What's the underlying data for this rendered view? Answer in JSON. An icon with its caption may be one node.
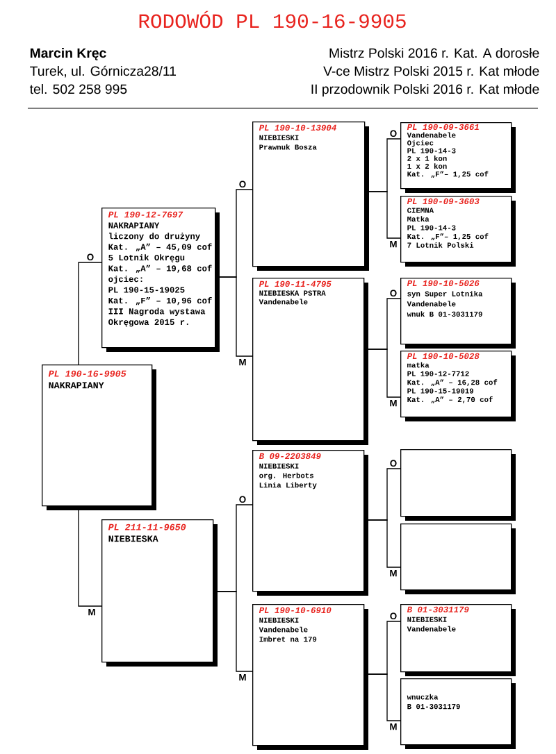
{
  "diagram": {
    "title": "RODOWÓD PL 190-16-9905",
    "nodes": [
      {
        "text": [
          "PL 190-16-9905",
          "NAKRAPIANY"
        ]
      },
      {
        "text": [
          "PL 190-12-7697",
          "NAKRAPIANY",
          "liczony do drużyny",
          "Kat. „A” – 45,09 cof",
          "5 Lotnik Okręgu",
          "Kat. „A” – 19,68 cof",
          "ojciec:",
          "PL 190-15-19025",
          "Kat. „F” – 10,96 cof",
          "III Nagroda wystawa",
          "Okręgowa 2015 r."
        ]
      },
      {
        "text": [
          "PL 211-11-9650",
          "NIEBIESKA"
        ]
      },
      {
        "text": [
          "PL 190-10-13904",
          "NIEBIESKI",
          "Prawnuk Bosza"
        ]
      },
      {
        "text": [
          "PL 190-11-4795",
          "NIEBIESKA PSTRA",
          "Vandenabele"
        ]
      },
      {
        "text": [
          "B 09-2203849",
          "NIEBIESKI",
          "org. Herbots",
          "Linia Liberty"
        ]
      },
      {
        "text": [
          "PL 190-10-6910",
          "NIEBIESKI",
          "Vandenabele",
          "Imbret na 179"
        ]
      },
      {
        "text": [
          "PL 190-09-3661",
          "Vandenabele",
          "Ojciec",
          "PL 190-14-3",
          "2 x 1 kon",
          "1 x 2 kon",
          "Kat. „F”– 1,25 cof"
        ]
      },
      {
        "text": [
          "PL 190-09-3603",
          "CIEMNA",
          "Matka",
          "PL 190-14-3",
          "Kat. „F”– 1,25 cof",
          "7 Lotnik Polski"
        ]
      },
      {
        "text": [
          "PL 190-10-5026",
          "syn Super Lotnika",
          "Vandenabele",
          "wnuk B 01-3031179"
        ]
      },
      {
        "text": [
          "PL 190-10-5028",
          "matka",
          "PL 190-12-7712",
          "Kat. „A” – 16,28 cof",
          "PL 190-15-19019",
          "Kat. „A” – 2,70 cof"
        ]
      },
      {
        "text": [],
        "shape": "box"
      },
      {
        "text": [],
        "shape": "box"
      },
      {
        "text": [
          "B 01-3031179",
          "NIEBIESKI",
          "Vandenabele"
        ]
      },
      {
        "text": [
          "wnuczka",
          "B 01-3031179"
        ]
      }
    ],
    "edges": [
      {
        "from": 0,
        "to": 1,
        "arrow": "none",
        "label": "O"
      },
      {
        "from": 0,
        "to": 2,
        "arrow": "none",
        "label": "M"
      },
      {
        "from": 1,
        "to": 3,
        "arrow": "none",
        "label": "O"
      },
      {
        "from": 1,
        "to": 4,
        "arrow": "none",
        "label": "M"
      },
      {
        "from": 2,
        "to": 5,
        "arrow": "none",
        "label": "O"
      },
      {
        "from": 2,
        "to": 6,
        "arrow": "none",
        "label": "M"
      },
      {
        "from": 3,
        "to": 7,
        "arrow": "none",
        "label": "O"
      },
      {
        "from": 3,
        "to": 8,
        "arrow": "none",
        "label": "M"
      },
      {
        "from": 4,
        "to": 9,
        "arrow": "none",
        "label": "O"
      },
      {
        "from": 4,
        "to": 10,
        "arrow": "none",
        "label": "M"
      },
      {
        "from": 5,
        "to": 11,
        "arrow": "none",
        "label": "O"
      },
      {
        "from": 5,
        "to": 12,
        "arrow": "none",
        "label": "M"
      },
      {
        "from": 6,
        "to": 13,
        "arrow": "none",
        "label": "O"
      },
      {
        "from": 6,
        "to": 14,
        "arrow": "none",
        "label": "M"
      }
    ],
    "labels": [
      "Marcin Kręc",
      "Turek, ul. Górnicza28/11",
      "tel. 502 258 995",
      "Mistrz Polski 2016 r. Kat. A dorosłe",
      "V-ce Mistrz Polski 2015 r. Kat młode",
      "II przodownik Polski 2016 r. Kat młode"
    ]
  }
}
